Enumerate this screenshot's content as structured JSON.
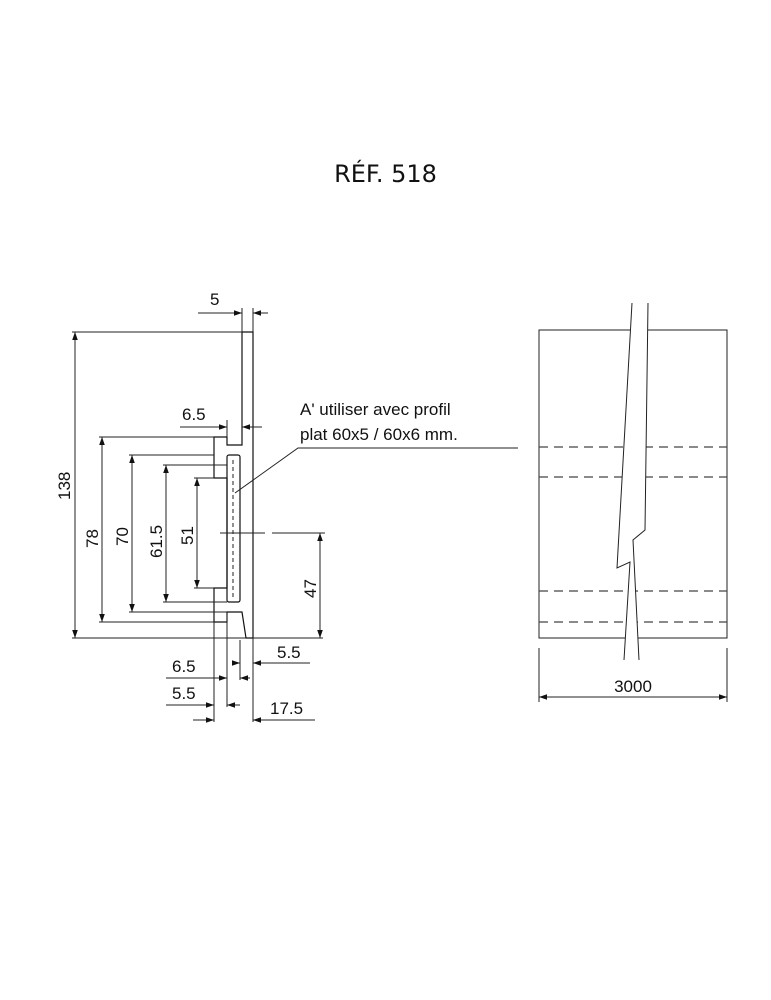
{
  "title": "RÉF. 518",
  "note": {
    "line1": "A' utiliser avec profil",
    "line2": "plat 60x5 / 60x6 mm."
  },
  "section_dimensions": {
    "top_thickness": "5",
    "total_height": "138",
    "upper_step": "6.5",
    "height_78": "78",
    "height_70": "70",
    "height_61_5": "61.5",
    "height_51": "51",
    "center_height": "47",
    "bottom_5_5_right": "5.5",
    "bottom_6_5": "6.5",
    "bottom_5_5_left": "5.5",
    "total_depth": "17.5"
  },
  "elevation": {
    "length": "3000",
    "fill_color": "#ececec"
  }
}
